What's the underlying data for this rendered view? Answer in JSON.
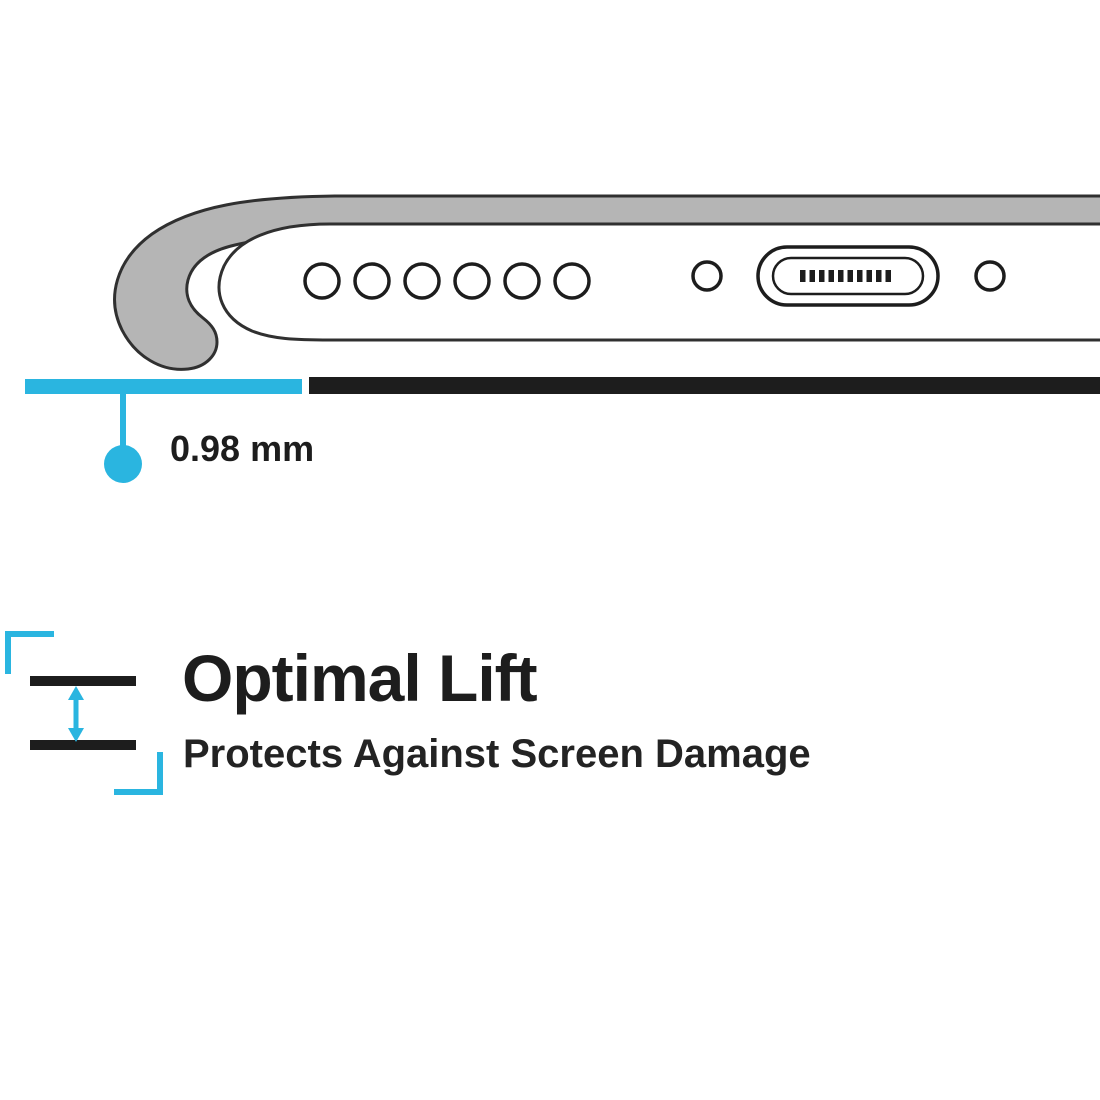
{
  "colors": {
    "accent_cyan": "#2ab5e0",
    "ink_black": "#1d1d1d",
    "case_gray": "#b5b5b5",
    "outline_dark": "#303030",
    "phone_white": "#ffffff"
  },
  "illustration": {
    "name": "phone-bottom-edge-in-case",
    "speaker_hole_count": 6
  },
  "measurement": {
    "value": "0.98 mm"
  },
  "feature": {
    "title": "Optimal Lift",
    "subtitle": "Protects Against Screen Damage"
  }
}
